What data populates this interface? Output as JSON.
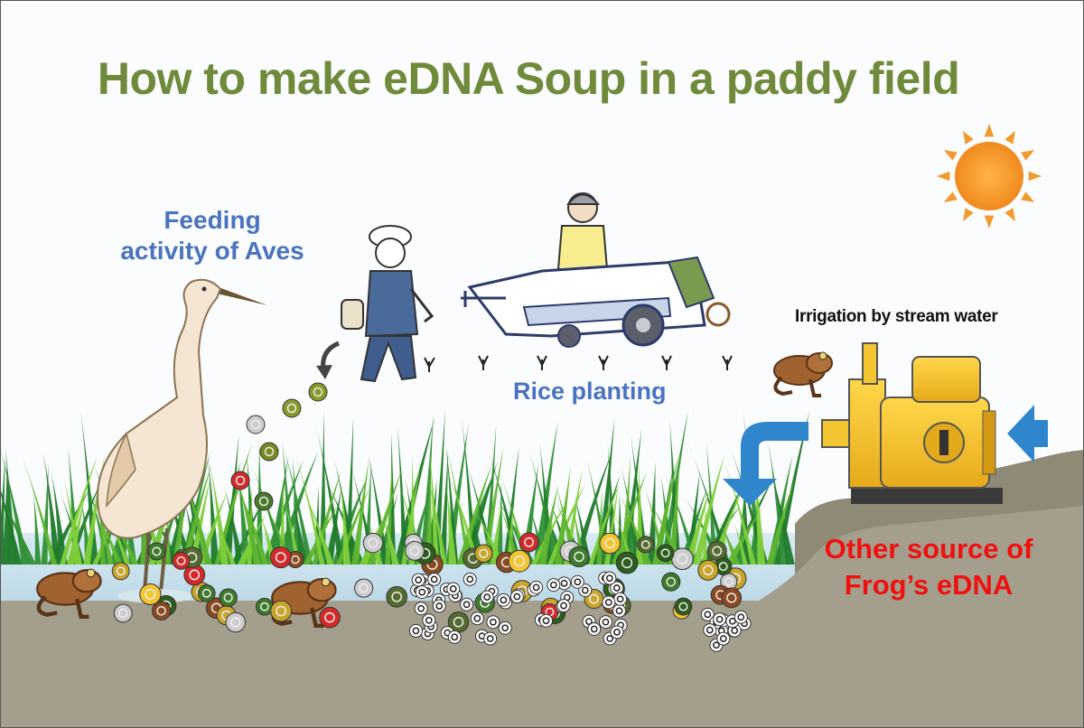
{
  "title": "How to make eDNA Soup in a paddy field",
  "labels": {
    "aves_line1": "Feeding",
    "aves_line2": "activity of Aves",
    "rice_planting": "Rice planting",
    "irrigation": "Irrigation by stream water",
    "other_line1": "Other source of",
    "other_line2": "Frog’s eDNA"
  },
  "colors": {
    "title": "#6f8a3a",
    "blue_label": "#4a73c0",
    "red_label": "#f01010",
    "water": "#cfe4ef",
    "soil": "#a39f8c",
    "grass_dark": "#1f7a2a",
    "grass_light": "#7fcf3a",
    "sun": "#f39a2e",
    "pump": "#f5c12c",
    "arrow": "#2f86cc",
    "frog": "#a0622f"
  },
  "icons": [
    "sun-icon",
    "egret-illustration",
    "farmer-illustration",
    "rice-planter-illustration",
    "water-pump-illustration",
    "frog-icon",
    "water-flow-arrow-icon",
    "dna-particle-icon"
  ]
}
